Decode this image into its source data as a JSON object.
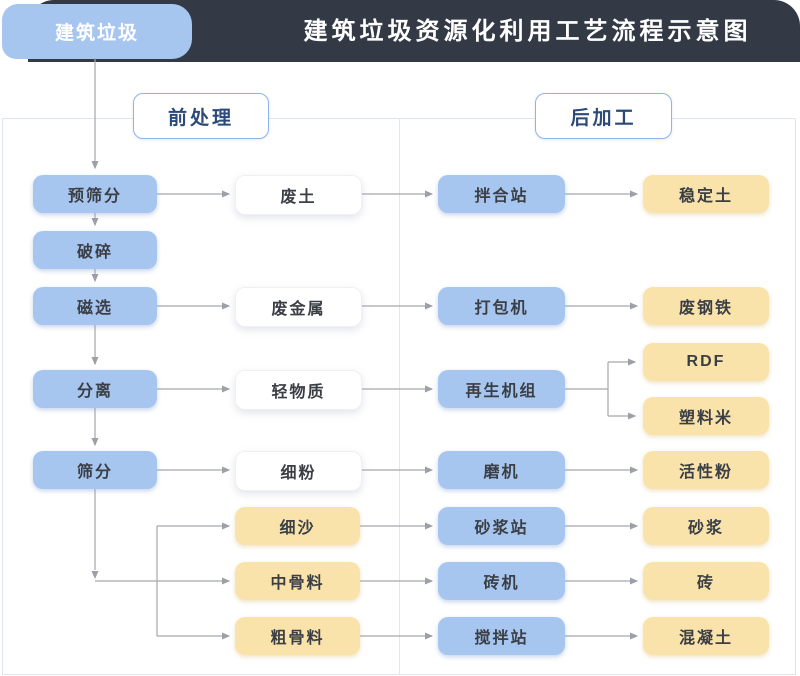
{
  "header": {
    "tab": "建筑垃圾",
    "title": "建筑垃圾资源化利用工艺流程示意图"
  },
  "sections": {
    "pre": "前处理",
    "post": "后加工"
  },
  "colors": {
    "header_bg": "#333a46",
    "process_blue": "#a7c6ef",
    "product_yellow": "#fae3ab",
    "section_text_navy": "#2b4a78",
    "section_border_blue": "#8fb3e8",
    "arrow_gray": "#a5a7ac",
    "panel_border": "#e0e4ee",
    "node_text": "#3a3e45"
  },
  "nodes": [
    {
      "label": "预筛分",
      "category": "process"
    },
    {
      "label": "破碎",
      "category": "process"
    },
    {
      "label": "磁选",
      "category": "process"
    },
    {
      "label": "分离",
      "category": "process"
    },
    {
      "label": "筛分",
      "category": "process"
    },
    {
      "label": "废土",
      "category": "intermediate"
    },
    {
      "label": "废金属",
      "category": "intermediate"
    },
    {
      "label": "轻物质",
      "category": "intermediate"
    },
    {
      "label": "细粉",
      "category": "intermediate"
    },
    {
      "label": "细沙",
      "category": "material"
    },
    {
      "label": "中骨料",
      "category": "material"
    },
    {
      "label": "粗骨料",
      "category": "material"
    },
    {
      "label": "拌合站",
      "category": "equipment"
    },
    {
      "label": "打包机",
      "category": "equipment"
    },
    {
      "label": "再生机组",
      "category": "equipment"
    },
    {
      "label": "磨机",
      "category": "equipment"
    },
    {
      "label": "砂浆站",
      "category": "equipment"
    },
    {
      "label": "砖机",
      "category": "equipment"
    },
    {
      "label": "搅拌站",
      "category": "equipment"
    },
    {
      "label": "稳定土",
      "category": "product"
    },
    {
      "label": "废钢铁",
      "category": "product"
    },
    {
      "label": "RDF",
      "category": "product"
    },
    {
      "label": "塑料米",
      "category": "product"
    },
    {
      "label": "活性粉",
      "category": "product"
    },
    {
      "label": "砂浆",
      "category": "product"
    },
    {
      "label": "砖",
      "category": "product"
    },
    {
      "label": "混凝土",
      "category": "product"
    }
  ],
  "edges": [
    {
      "from": "建筑垃圾",
      "to": "预筛分"
    },
    {
      "from": "预筛分",
      "to": "破碎"
    },
    {
      "from": "破碎",
      "to": "磁选"
    },
    {
      "from": "磁选",
      "to": "分离"
    },
    {
      "from": "分离",
      "to": "筛分"
    },
    {
      "from": "预筛分",
      "to": "废土"
    },
    {
      "from": "磁选",
      "to": "废金属"
    },
    {
      "from": "分离",
      "to": "轻物质"
    },
    {
      "from": "筛分",
      "to": "细粉"
    },
    {
      "from": "筛分",
      "to": "细沙"
    },
    {
      "from": "筛分",
      "to": "中骨料"
    },
    {
      "from": "筛分",
      "to": "粗骨料"
    },
    {
      "from": "废土",
      "to": "拌合站"
    },
    {
      "from": "废金属",
      "to": "打包机"
    },
    {
      "from": "轻物质",
      "to": "再生机组"
    },
    {
      "from": "细粉",
      "to": "磨机"
    },
    {
      "from": "细沙",
      "to": "砂浆站"
    },
    {
      "from": "中骨料",
      "to": "砖机"
    },
    {
      "from": "粗骨料",
      "to": "搅拌站"
    },
    {
      "from": "拌合站",
      "to": "稳定土"
    },
    {
      "from": "打包机",
      "to": "废钢铁"
    },
    {
      "from": "再生机组",
      "to": "RDF"
    },
    {
      "from": "再生机组",
      "to": "塑料米"
    },
    {
      "from": "磨机",
      "to": "活性粉"
    },
    {
      "from": "砂浆站",
      "to": "砂浆"
    },
    {
      "from": "砖机",
      "to": "砖"
    },
    {
      "from": "搅拌站",
      "to": "混凝土"
    }
  ]
}
